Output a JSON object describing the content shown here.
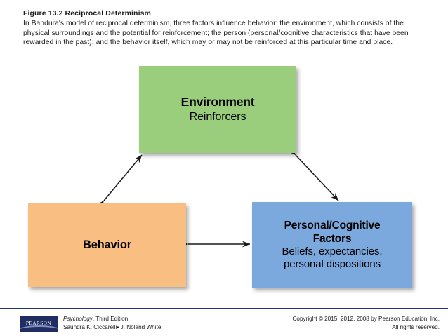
{
  "caption": {
    "title": "Figure 13.2 Reciprocal Determinism",
    "body": "In Bandura's model of reciprocal determinism, three factors influence behavior: the environment, which consists of the physical surroundings and the potential for reinforcement; the person (personal/cognitive characteristics that have been rewarded in the past); and the behavior itself, which may or may not be reinforced at this particular time and place."
  },
  "diagram": {
    "nodes": [
      {
        "id": "environment",
        "heading": "Environment",
        "subtext": "Reinforcers",
        "color": "#9ACE7C"
      },
      {
        "id": "behavior",
        "heading": "Behavior",
        "color": "#F9BE82"
      },
      {
        "id": "personal",
        "heading_line1": "Personal/Cognitive",
        "heading_line2": "Factors",
        "subtext_line1": "Beliefs, expectancies,",
        "subtext_line2": "personal dispositions",
        "color": "#7BA9DE"
      }
    ],
    "connectors": [
      {
        "id": "behavior-environment",
        "from": "behavior",
        "to": "environment",
        "style": "double-headed"
      },
      {
        "id": "environment-personal",
        "from": "environment",
        "to": "personal",
        "style": "double-headed"
      },
      {
        "id": "behavior-personal",
        "from": "behavior",
        "to": "personal",
        "style": "double-headed"
      }
    ],
    "arrow_color": "#1a1a1a"
  },
  "footer": {
    "logo_text": "PEARSON",
    "logo_color": "#1F2D63",
    "rule_color": "#22356F",
    "book_title": "Psychology",
    "book_edition": ", Third Edition",
    "authors": "Saundra K. Ciccarelli• J. Noland White",
    "copyright": "Copyright © 2015, 2012, 2008 by Pearson Education, Inc.",
    "rights": "All rights reserved."
  }
}
